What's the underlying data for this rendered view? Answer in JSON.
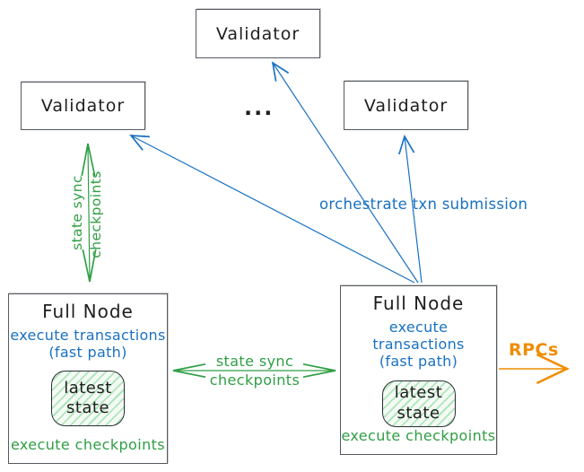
{
  "diagram": {
    "title_hint": "validator / full node state sync architecture",
    "validator_top": {
      "label": "Validator"
    },
    "validator_left": {
      "label": "Validator"
    },
    "validator_right": {
      "label": "Validator"
    },
    "ellipsis": "...",
    "full_node_left": {
      "title": "Full Node",
      "fast_path_line1": "execute transactions",
      "fast_path_line2": "(fast path)",
      "latest_state": "latest\nstate",
      "execute_checkpoints": "execute checkpoints"
    },
    "full_node_right": {
      "title": "Full Node",
      "fast_path_line1": "execute transactions",
      "fast_path_line2": "(fast path)",
      "latest_state": "latest\nstate",
      "execute_checkpoints": "execute checkpoints"
    },
    "labels": {
      "state_sync_vertical_line1": "state sync",
      "state_sync_vertical_line2": "checkpoints",
      "state_sync_horizontal": "state sync\ncheckpoints",
      "orchestrate": "orchestrate txn submission",
      "rpcs": "RPCs"
    },
    "colors": {
      "blue": "#1971c2",
      "green": "#2f9e44",
      "orange": "#f08c00",
      "text_black": "#1e1e1e",
      "box_border": "#545a61",
      "latest_state_hatch": "#b2f2bb"
    }
  }
}
